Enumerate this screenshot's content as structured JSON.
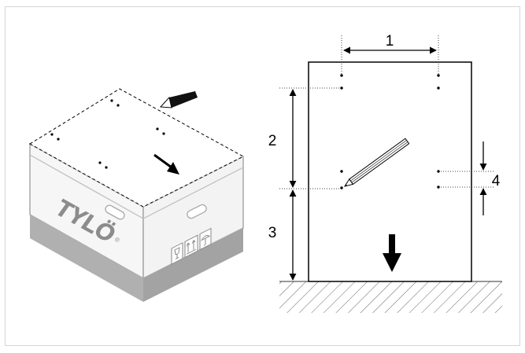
{
  "box": {
    "brand": "TYLÖ",
    "registered_mark": "®",
    "handling_symbols": [
      "fragile-icon",
      "this-way-up-icon",
      "keep-dry-icon"
    ]
  },
  "wall_template": {
    "labels": {
      "width_between_holes": "1",
      "upper_spacing": "2",
      "height_from_floor": "3",
      "hole_offset": "4"
    },
    "tools": [
      "pencil-icon"
    ],
    "arrow_direction": "down"
  }
}
